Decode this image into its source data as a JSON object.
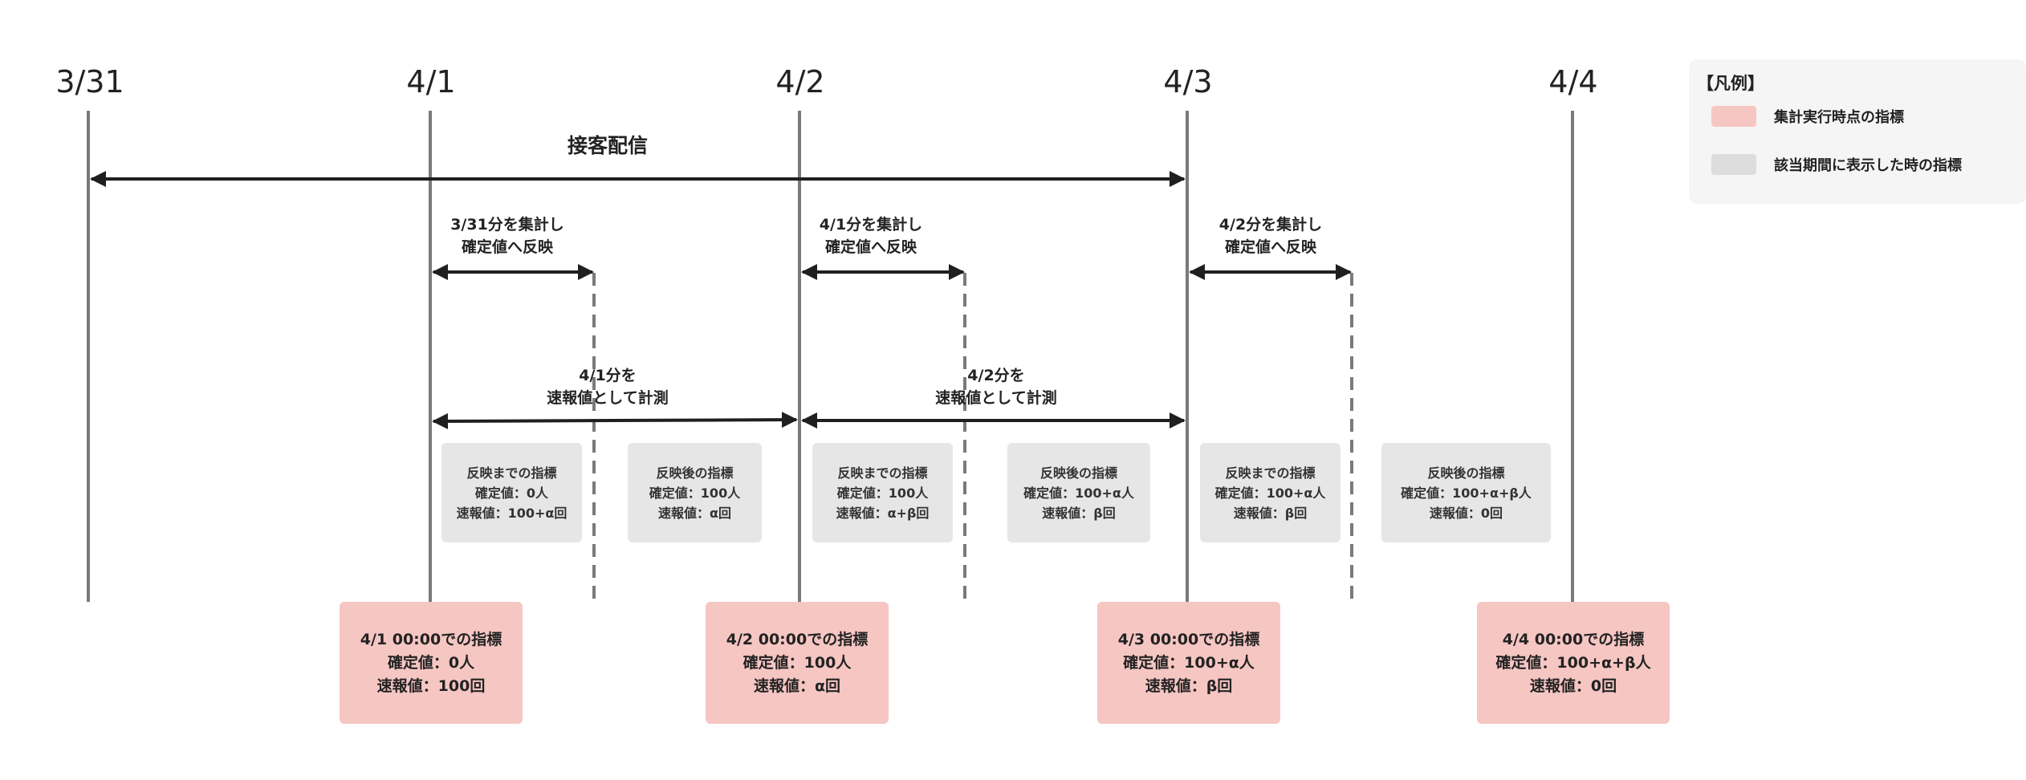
{
  "dates": [
    "3/31",
    "4/1",
    "4/2",
    "4/3",
    "4/4"
  ],
  "main_arrow": {
    "label": "接客配信"
  },
  "reflect_arrows": [
    {
      "line1": "3/31分を集計し",
      "line2": "確定値へ反映"
    },
    {
      "line1": "4/1分を集計し",
      "line2": "確定値へ反映"
    },
    {
      "line1": "4/2分を集計し",
      "line2": "確定値へ反映"
    }
  ],
  "measure_arrows": [
    {
      "line1": "4/1分を",
      "line2": "速報値として計測"
    },
    {
      "line1": "4/2分を",
      "line2": "速報値として計測"
    }
  ],
  "gray_boxes": [
    {
      "title": "反映までの指標",
      "confirmed": "確定値：0人",
      "preliminary": "速報値：100+α回"
    },
    {
      "title": "反映後の指標",
      "confirmed": "確定値：100人",
      "preliminary": "速報値：α回"
    },
    {
      "title": "反映までの指標",
      "confirmed": "確定値：100人",
      "preliminary": "速報値：α+β回"
    },
    {
      "title": "反映後の指標",
      "confirmed": "確定値：100+α人",
      "preliminary": "速報値：β回"
    },
    {
      "title": "反映までの指標",
      "confirmed": "確定値：100+α人",
      "preliminary": "速報値：β回"
    },
    {
      "title": "反映後の指標",
      "confirmed": "確定値：100+α+β人",
      "preliminary": "速報値：0回"
    }
  ],
  "pink_boxes": [
    {
      "title": "4/1 00:00での指標",
      "confirmed": "確定値：0人",
      "preliminary": "速報値：100回"
    },
    {
      "title": "4/2 00:00での指標",
      "confirmed": "確定値：100人",
      "preliminary": "速報値：α回"
    },
    {
      "title": "4/3 00:00での指標",
      "confirmed": "確定値：100+α人",
      "preliminary": "速報値：β回"
    },
    {
      "title": "4/4 00:00での指標",
      "confirmed": "確定値：100+α+β人",
      "preliminary": "速報値：0回"
    }
  ],
  "legend": {
    "title": "【凡例】",
    "items": [
      {
        "label": "集計実行時点の指標",
        "color": "#f6c6c3"
      },
      {
        "label": "該当期間に表示した時の指標",
        "color": "#dddddd"
      }
    ]
  },
  "colors": {
    "timeline": "#7a7a7a",
    "arrow": "#1f1f1f",
    "dashed": "#7a7a7a"
  }
}
